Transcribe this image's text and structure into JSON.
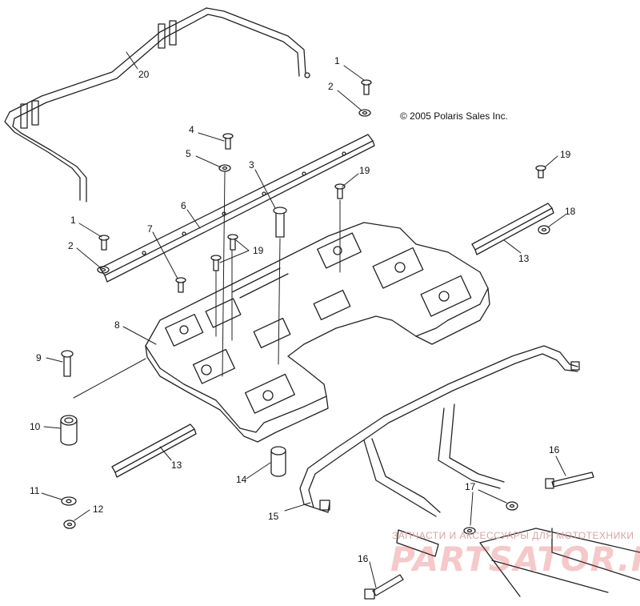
{
  "copyright": "© 2005 Polaris Sales Inc.",
  "watermark": {
    "line1": "ЗАПЧАСТИ И АКСЕССУАРЫ ДЛЯ МОТОТЕХНИКИ",
    "line2": "PARTSATOR.RU"
  },
  "callouts": [
    "1",
    "2",
    "4",
    "5",
    "3",
    "19",
    "6",
    "7",
    "19",
    "1",
    "2",
    "8",
    "9",
    "10",
    "11",
    "12",
    "13",
    "14",
    "15",
    "16",
    "16",
    "17",
    "18",
    "19",
    "13",
    "20"
  ]
}
